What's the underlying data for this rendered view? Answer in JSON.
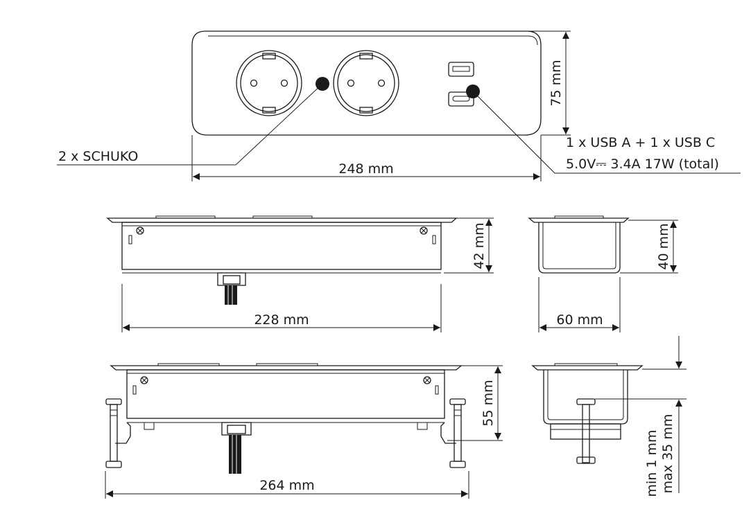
{
  "front_view": {
    "outlets_label": "2 x SCHUKO",
    "width_label": "248 mm",
    "height_label": "75 mm",
    "usb_label": "1 x USB A + 1 x USB C",
    "power_label": "5.0V⎓ 3.4A  17W (total)"
  },
  "side_view_1": {
    "width_label": "228 mm",
    "height_label": "42 mm"
  },
  "end_view_1": {
    "width_label": "60 mm",
    "height_label": "40 mm"
  },
  "side_view_2": {
    "width_label": "264 mm",
    "height_label": "55 mm"
  },
  "end_view_2": {
    "clamp_min_label": "min 1 mm",
    "clamp_max_label": "max 35 mm"
  }
}
